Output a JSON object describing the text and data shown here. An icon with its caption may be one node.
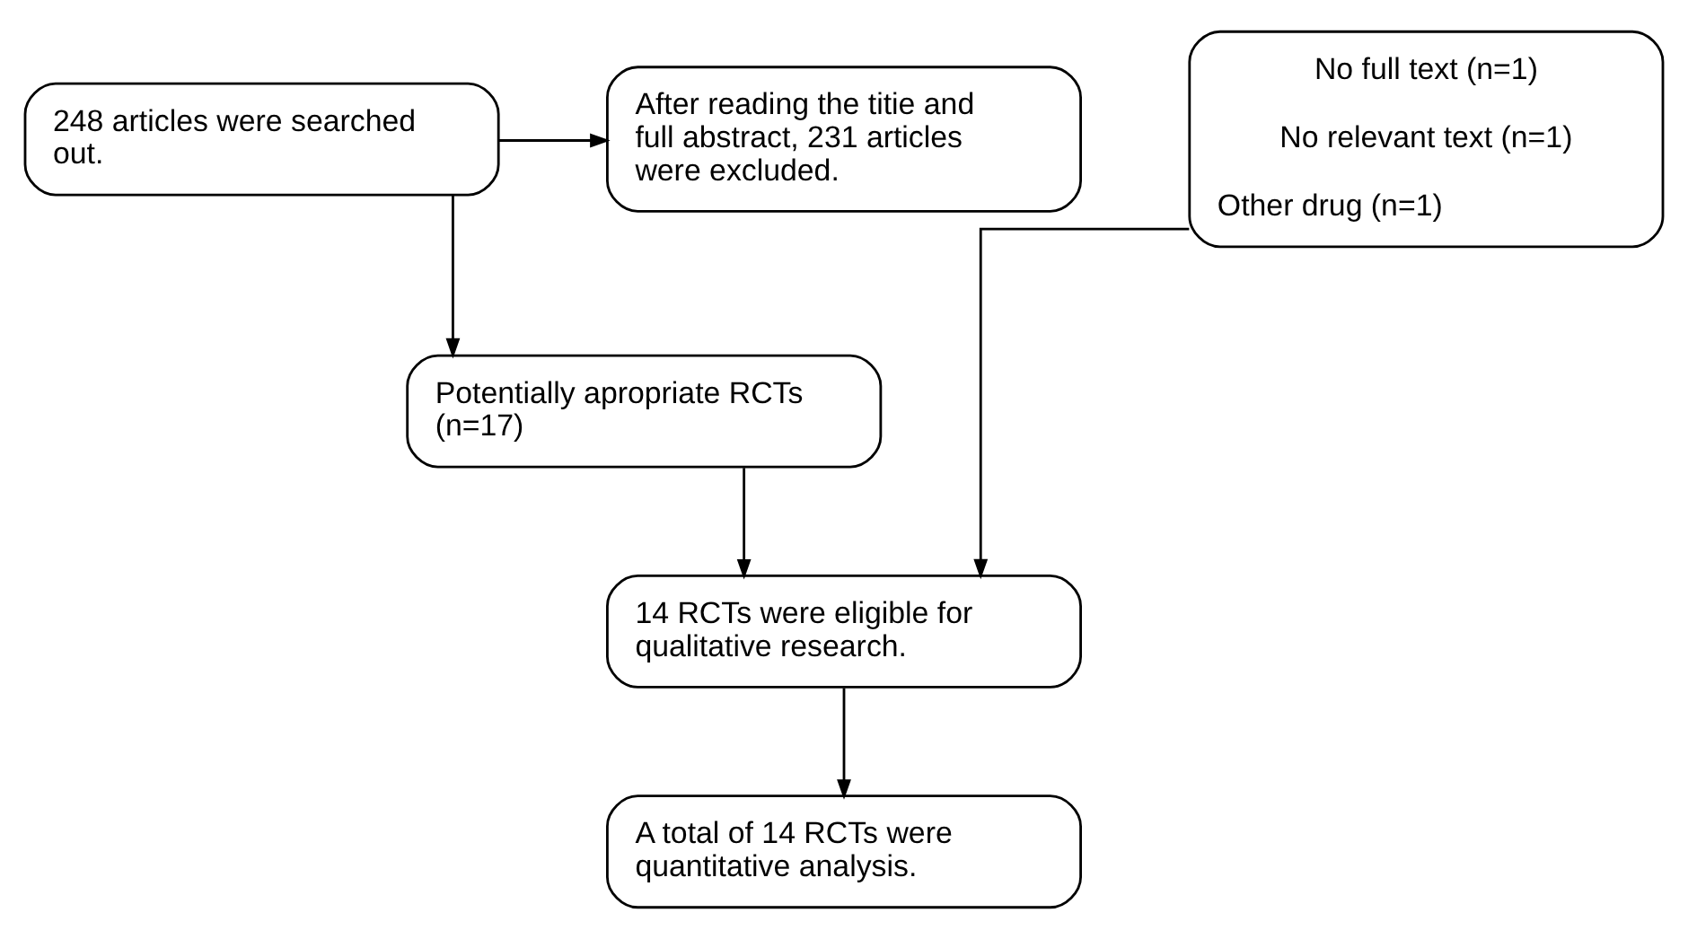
{
  "diagram": {
    "nodes": [
      {
        "text": [
          "248 articles were searched out."
        ]
      },
      {
        "text": [
          "After reading the titie and full abstract, 231 articles were excluded."
        ]
      },
      {
        "text": [
          "No full text (n=1)",
          "No relevant text (n=1)",
          "Other drug (n=1)"
        ]
      },
      {
        "text": [
          "Potentially apropriate RCTs (n=17)"
        ]
      },
      {
        "text": [
          "14 RCTs were eligible for qualitative research."
        ]
      },
      {
        "text": [
          "A total of 14 RCTs were quantitative analysis."
        ]
      }
    ],
    "edges": [
      {
        "from": 0,
        "to": 1,
        "arrow": "to"
      },
      {
        "from": 0,
        "to": 3,
        "arrow": "to"
      },
      {
        "from": 3,
        "to": 4,
        "arrow": "to"
      },
      {
        "from": 2,
        "to": 4,
        "arrow": "to"
      },
      {
        "from": 4,
        "to": 5,
        "arrow": "to"
      }
    ]
  }
}
